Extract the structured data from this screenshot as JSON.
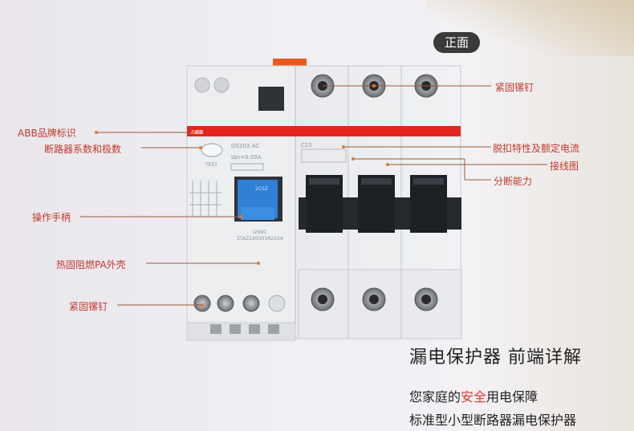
{
  "badge": {
    "label": "正面"
  },
  "callouts": {
    "abb_logo": "ABB品牌标识",
    "series_poles": "断路器系数和极数",
    "handle": "操作手柄",
    "housing": "热固阻燃PA外壳",
    "screw_left": "紧固镙钉",
    "screw_right": "紧固镙钉",
    "trip_rating": "脱扣特性及额定电流",
    "wiring": "接线图",
    "breaking": "分断能力"
  },
  "device": {
    "brand": "ABB",
    "model_line": "GS203 AC",
    "residual": "IΔn=0.03A",
    "test": "TEST",
    "handle_code": "2CSZ",
    "type_code": "I299C",
    "serial": "2TAZ220301R2204",
    "rating": "C25"
  },
  "colors": {
    "accent": "#e2261f",
    "callout": "#c0392b",
    "handle": "#2f80d6"
  },
  "heading": {
    "title": "漏电保护器 前端详解",
    "line1_prefix": "您家庭的",
    "line1_highlight": "安全",
    "line1_suffix": "用电保障",
    "line2": "标准型小型断路器漏电保护器"
  }
}
